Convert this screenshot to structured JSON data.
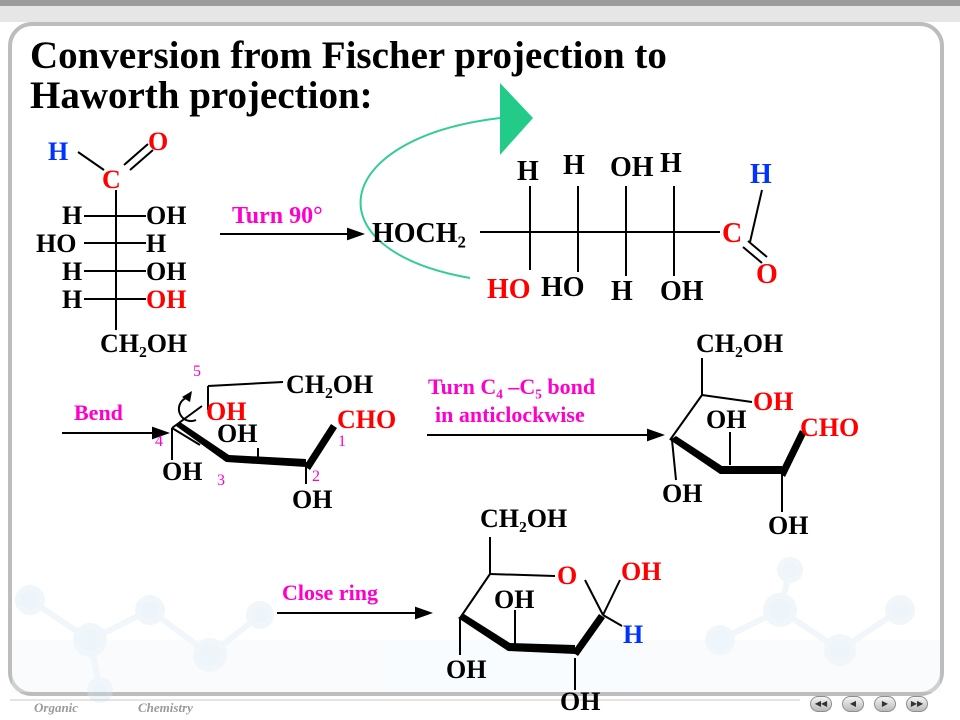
{
  "title_line1": "Conversion from Fischer projection to",
  "title_line2": "Haworth projection:",
  "colors": {
    "blue": "#0033ff",
    "red": "#ff0000",
    "magenta": "#ff00cc",
    "arc": "#33cc99",
    "arrowhead": "#22cc88"
  },
  "fischer": {
    "top_h": "H",
    "top_o": "O",
    "carbon": "C",
    "rows": [
      {
        "left": "H",
        "right": "OH"
      },
      {
        "left": "HO",
        "right": "H"
      },
      {
        "left": "H",
        "right": "OH"
      },
      {
        "left": "H",
        "right": "OH"
      }
    ],
    "bottom": "CH₂OH"
  },
  "step1": {
    "label": "Turn 90°"
  },
  "chain": {
    "left_group": "HOCH₂",
    "top_labels": [
      "H",
      "H",
      "OH",
      "H"
    ],
    "bottom_labels": [
      "HO",
      "HO",
      "H",
      "OH"
    ],
    "c_label": "C",
    "h_label": "H",
    "o_label": "O"
  },
  "step2": {
    "label": "Bend"
  },
  "bent": {
    "ch2oh": "CH₂OH",
    "oh5": "OH",
    "cho": "CHO",
    "oh4": "OH",
    "oh3": "OH",
    "oh2": "OH",
    "numbers": [
      "1",
      "2",
      "3",
      "4",
      "5"
    ]
  },
  "step3": {
    "label_line1": "Turn C₄ –C₅ bond",
    "label_line2": "in anticlockwise"
  },
  "turned": {
    "ch2oh": "CH₂OH",
    "oh_red": "OH",
    "cho": "CHO",
    "oh_top": "OH",
    "oh_left": "OH",
    "oh_bottom": "OH"
  },
  "step4": {
    "label": "Close ring"
  },
  "ring": {
    "ch2oh": "CH₂OH",
    "o": "O",
    "oh_red": "OH",
    "h": "H",
    "oh_inner": "OH",
    "oh_left": "OH",
    "oh_bottom": "OH"
  },
  "footer": {
    "left": "Organic",
    "right": "Chemistry"
  },
  "nav": [
    "first-icon",
    "previous-icon",
    "next-icon",
    "last-icon"
  ]
}
